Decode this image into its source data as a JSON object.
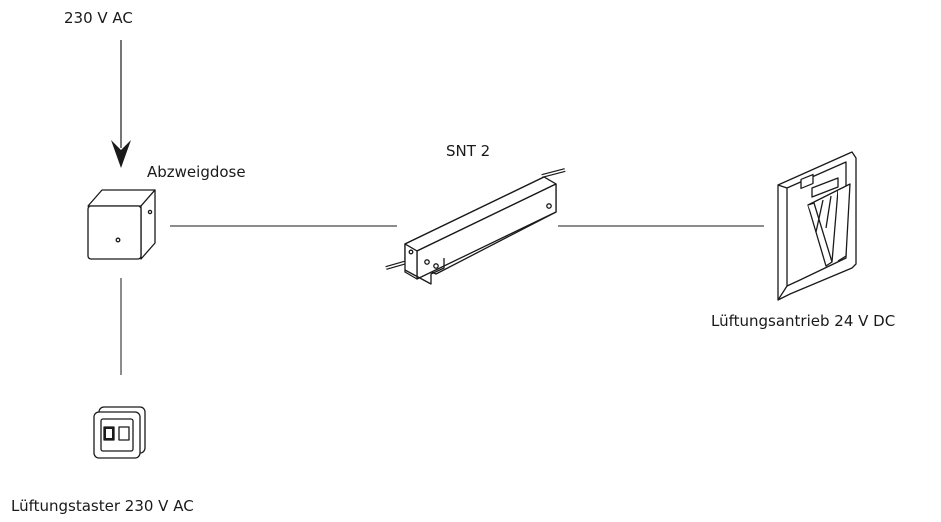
{
  "labels": {
    "supply": "230 V AC",
    "junction_box": "Abzweigdose",
    "power_supply": "SNT 2",
    "vent_drive": "Lüftungsantrieb 24 V DC",
    "vent_switch": "Lüftungstaster 230 V AC"
  },
  "colors": {
    "line": "#1a1a1a",
    "fill": "#ffffff",
    "text": "#1a1a1a"
  }
}
